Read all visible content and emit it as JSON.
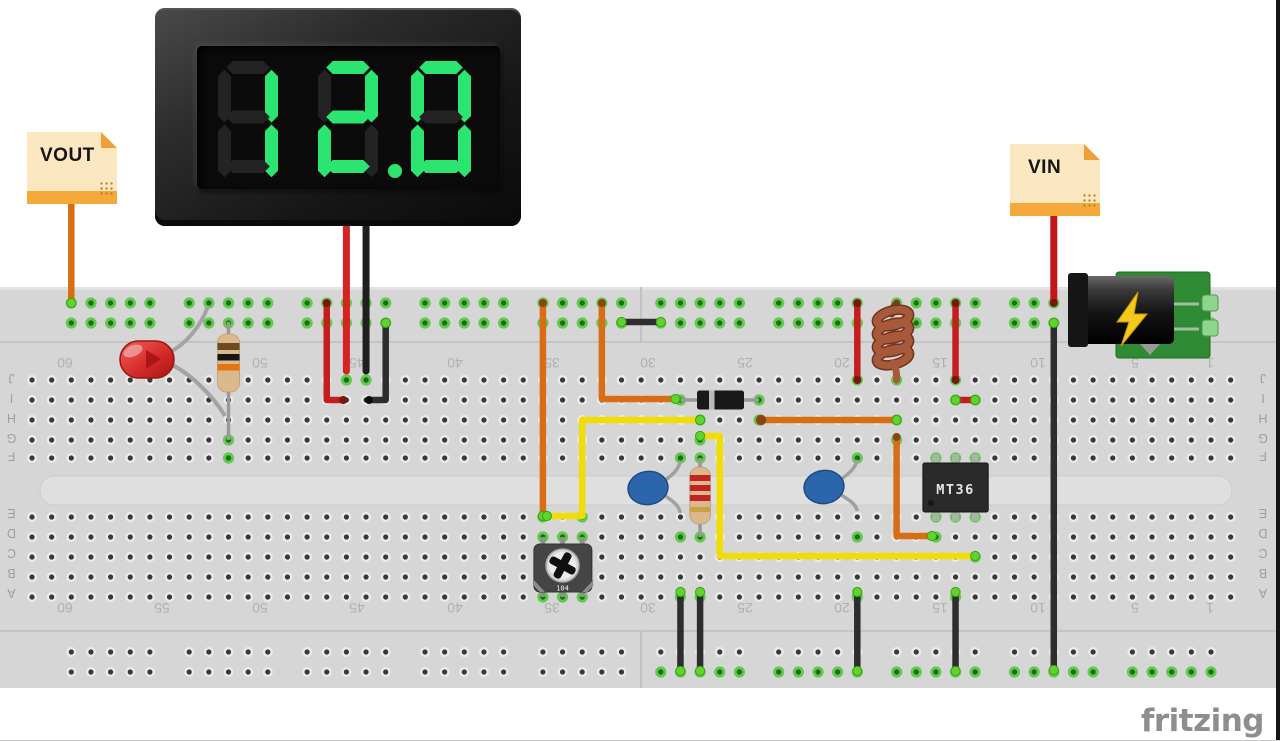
{
  "display": {
    "value": "12.0"
  },
  "parts": {
    "ic_label": "MT36",
    "trimmer_label": "104",
    "vout_label": "VOUT",
    "vin_label": "VIN"
  },
  "watermark": "fritzing",
  "breadboard": {
    "orientation": "rotated-180",
    "row_letters_top": [
      "J",
      "I",
      "H",
      "G",
      "F"
    ],
    "row_letters_bottom": [
      "E",
      "D",
      "C",
      "B",
      "A"
    ],
    "column_numbers": [
      "60",
      "55",
      "50",
      "45",
      "40",
      "35",
      "30",
      "25",
      "20",
      "15",
      "10",
      "5",
      "1"
    ]
  },
  "components": [
    {
      "name": "digital-voltmeter-display",
      "reading": "12.0",
      "digit_color": "#2ce571"
    },
    {
      "name": "vout-sticky-note",
      "text": "VOUT"
    },
    {
      "name": "vin-sticky-note",
      "text": "VIN"
    },
    {
      "name": "red-led"
    },
    {
      "name": "resistor",
      "bands": "brown-black-orange"
    },
    {
      "name": "resistor",
      "bands": "red-red-red-gold"
    },
    {
      "name": "diode"
    },
    {
      "name": "inductor-coil"
    },
    {
      "name": "ceramic-capacitor",
      "color": "blue"
    },
    {
      "name": "ceramic-capacitor",
      "color": "blue"
    },
    {
      "name": "ic-dip",
      "label": "MT36"
    },
    {
      "name": "trimmer-potentiometer",
      "label": "104"
    },
    {
      "name": "dc-barrel-jack"
    },
    {
      "name": "breadboard"
    }
  ],
  "colors": {
    "wire_orange": "#d96d14",
    "wire_yellow": "#f0dd05",
    "wire_red": "#c41e1e",
    "wire_black": "#2d2d2d",
    "display_digit": "#2ce571",
    "display_ghost": "#232323",
    "board": "#d6d6d6",
    "hole_green": "#62c94f",
    "note_paper": "#fbe7c0",
    "note_strip": "#f6a93b",
    "logo_gray": "#8e8e8e"
  }
}
